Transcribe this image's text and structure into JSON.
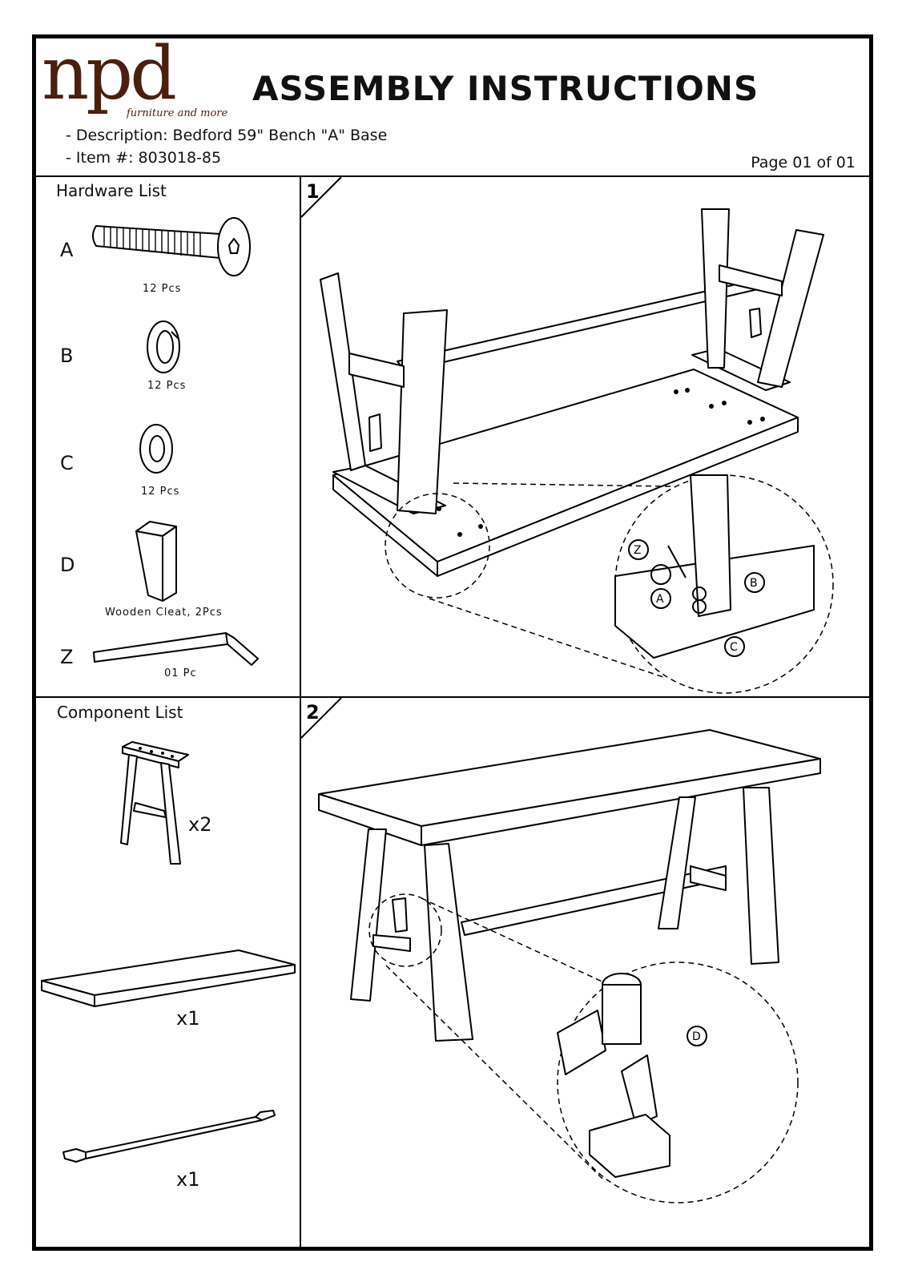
{
  "logo": {
    "wordmark": "npd",
    "tagline": "furniture and more"
  },
  "header": {
    "title": "ASSEMBLY INSTRUCTIONS",
    "description": "- Description: Bedford 59\" Bench \"A\" Base",
    "item": "- Item #: 803018-85",
    "page": "Page 01 of 01"
  },
  "hardware": {
    "heading": "Hardware List",
    "items": [
      {
        "letter": "A",
        "icon": "bolt-icon",
        "qty": "12 Pcs"
      },
      {
        "letter": "B",
        "icon": "spring-washer-icon",
        "qty": "12 Pcs"
      },
      {
        "letter": "C",
        "icon": "flat-washer-icon",
        "qty": "12 Pcs"
      },
      {
        "letter": "D",
        "icon": "wooden-cleat-icon",
        "qty": "Wooden Cleat, 2Pcs"
      },
      {
        "letter": "Z",
        "icon": "allen-key-icon",
        "qty": "01 Pc"
      }
    ]
  },
  "components": {
    "heading": "Component List",
    "items": [
      {
        "icon": "a-frame-leg-icon",
        "qty": "x2"
      },
      {
        "icon": "bench-top-icon",
        "qty": "x1"
      },
      {
        "icon": "stretcher-bar-icon",
        "qty": "x1"
      }
    ]
  },
  "steps": [
    {
      "number": "1",
      "callouts": [
        "Z",
        "A",
        "B",
        "C"
      ]
    },
    {
      "number": "2",
      "callouts": [
        "D"
      ]
    }
  ]
}
